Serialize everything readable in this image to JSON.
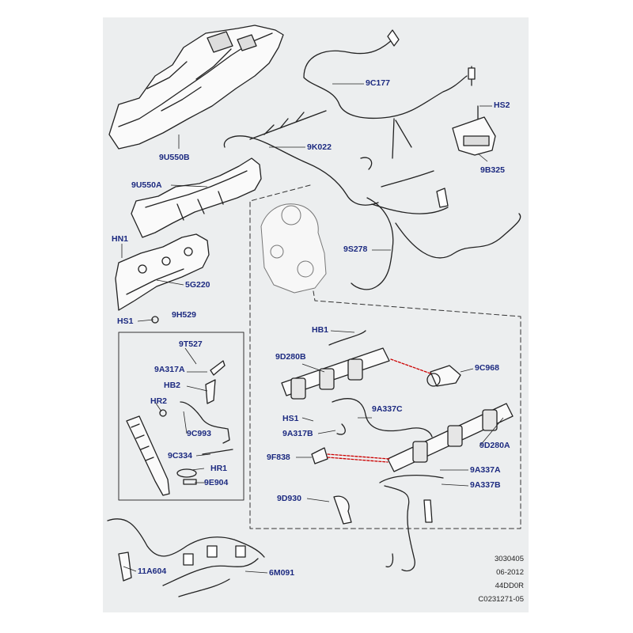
{
  "diagram": {
    "parts": {
      "cover_top": "9U550B",
      "cover_mid": "9U550A",
      "shield": "5G220",
      "hn1": "HN1",
      "hs1_top": "HS1",
      "injector_kit": "9H529",
      "t527": "9T527",
      "a317a": "9A317A",
      "hb2": "HB2",
      "hr2": "HR2",
      "c993": "9C993",
      "c334": "9C334",
      "hr1": "HR1",
      "e904": "9E904",
      "c177": "9C177",
      "k022": "9K022",
      "hs2": "HS2",
      "b325": "9B325",
      "s278": "9S278",
      "hb1": "HB1",
      "d280b": "9D280B",
      "c968": "9C968",
      "a337c": "9A337C",
      "hs1_mid": "HS1",
      "a317b": "9A317B",
      "f838": "9F838",
      "d280a": "9D280A",
      "a337a": "9A337A",
      "a337b": "9A337B",
      "d930": "9D930",
      "a604": "11A604",
      "m091": "6M091"
    },
    "stamp": [
      "3030405",
      "06-2012",
      "44DD0R",
      "C0231271-05"
    ]
  }
}
